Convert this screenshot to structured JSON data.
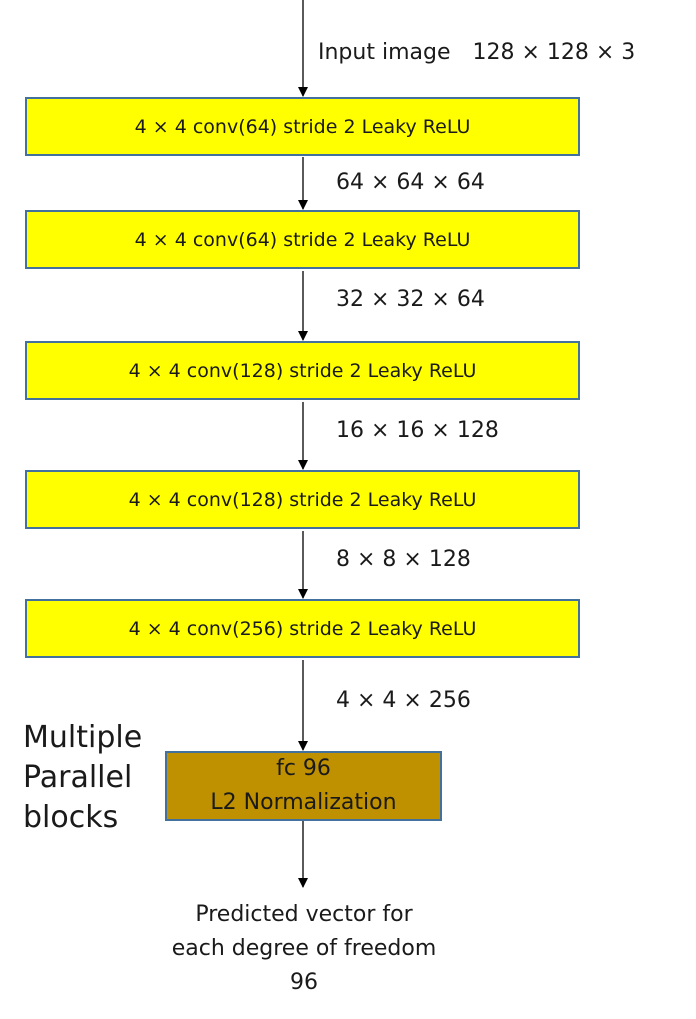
{
  "input": {
    "label": "Input image",
    "shape": "128 × 128 × 3"
  },
  "blocks": [
    {
      "label": "4 × 4 conv(64) stride 2  Leaky ReLU"
    },
    {
      "label": "4 × 4 conv(64) stride 2 Leaky ReLU"
    },
    {
      "label": "4 × 4 conv(128) stride 2 Leaky ReLU"
    },
    {
      "label": "4 × 4 conv(128) stride 2 Leaky ReLU"
    },
    {
      "label": "4 × 4 conv(256) stride 2 Leaky ReLU"
    }
  ],
  "dims": [
    "64 × 64 × 64",
    "32 × 32 × 64",
    "16 × 16 × 128",
    "8 × 8 × 128",
    "4 × 4 × 256"
  ],
  "fc": {
    "line1": "fc 96",
    "line2": "L2 Normalization"
  },
  "side": {
    "line1": "Multiple",
    "line2": "Parallel",
    "line3": "blocks"
  },
  "output": {
    "line1": "Predicted vector for",
    "line2": "each degree of freedom",
    "line3": "96"
  },
  "colors": {
    "conv_fill": "#ffff00",
    "fc_fill": "#bf9000",
    "border": "#41719c",
    "arrow": "#000000"
  }
}
